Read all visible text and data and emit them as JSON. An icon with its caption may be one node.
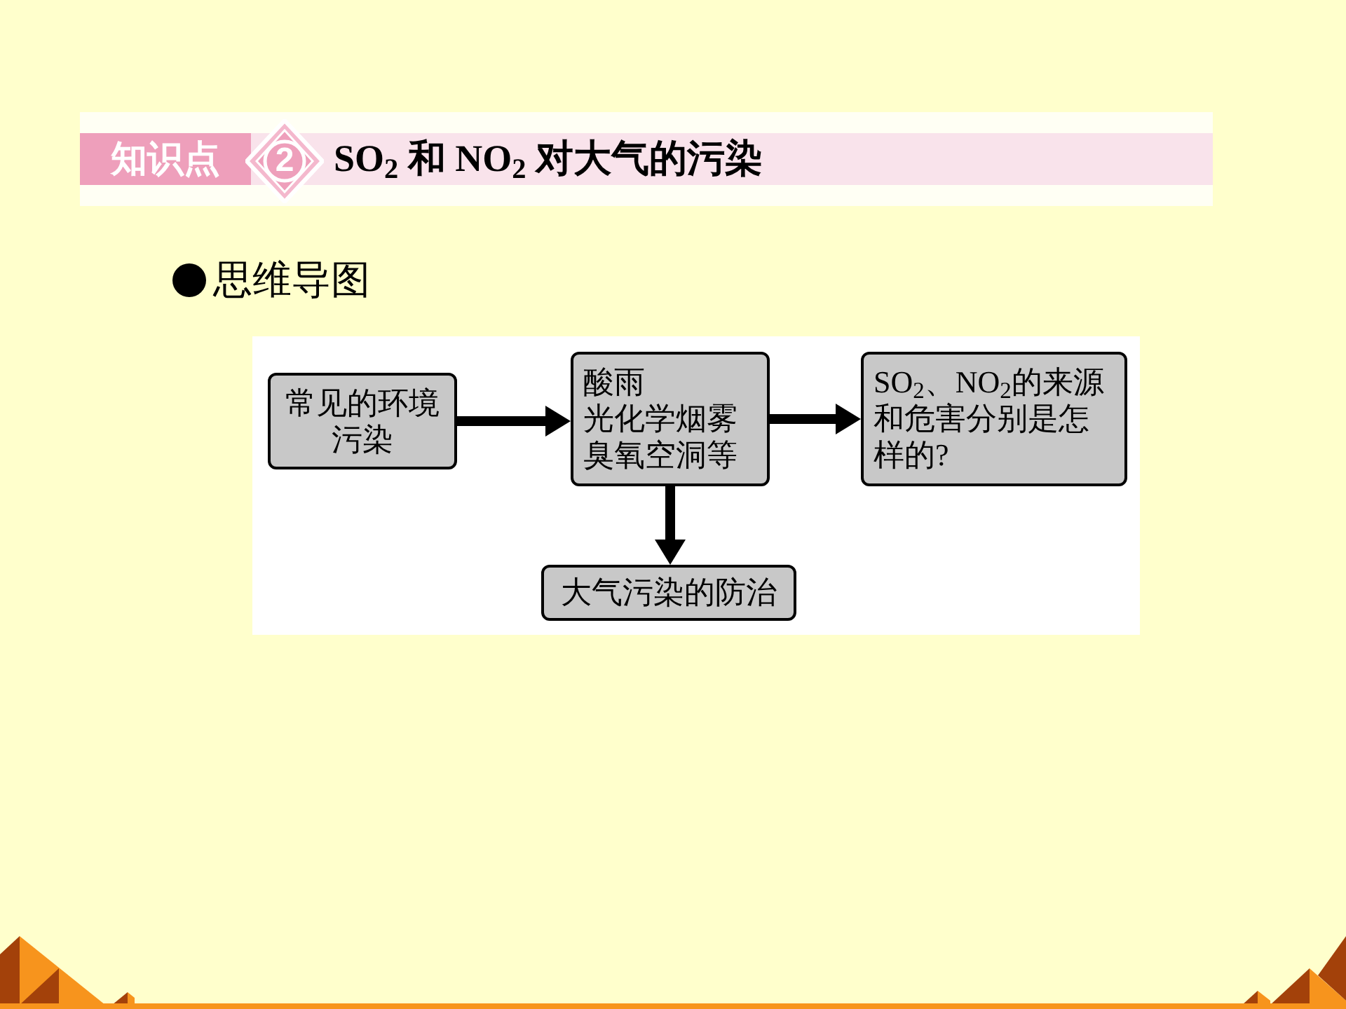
{
  "diagram": {
    "title": "SO$_{2}$ 和 NO$_{2}$ 对大气的污染",
    "nodes": [
      {
        "text": [
          "常见的环境污染"
        ]
      },
      {
        "text": [
          "酸雨",
          "光化学烟雾",
          "臭氧空洞等"
        ]
      },
      {
        "text": [
          "SO$_{2}$、NO$_{2}$的来源和危害分别是怎样的?"
        ]
      },
      {
        "text": [
          "大气污染的防治"
        ]
      }
    ],
    "edges": [
      {
        "from": 0,
        "to": 1,
        "arrow": "to"
      },
      {
        "from": 1,
        "to": 2,
        "arrow": "to"
      },
      {
        "from": 1,
        "to": 3,
        "arrow": "to"
      }
    ],
    "labels": [
      "知识点",
      "2",
      "思维导图"
    ]
  }
}
